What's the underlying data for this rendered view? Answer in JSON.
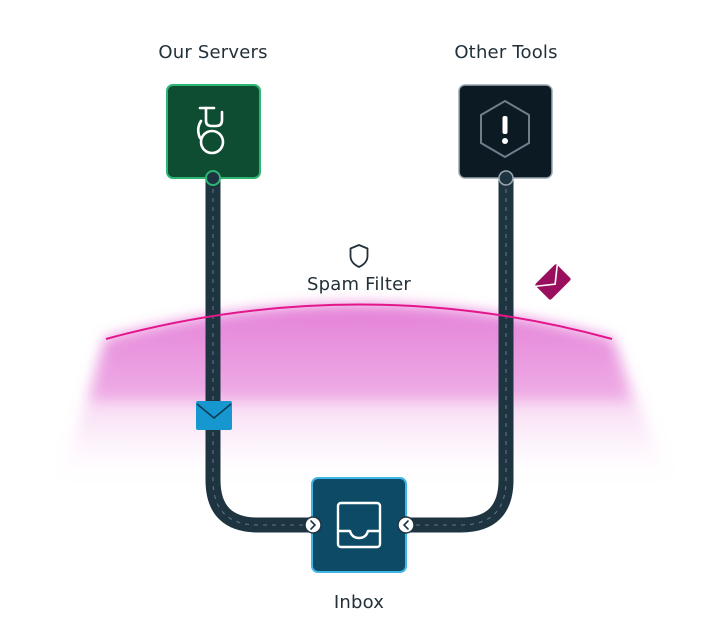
{
  "nodes": {
    "servers": {
      "label": "Our Servers"
    },
    "tools": {
      "label": "Other Tools"
    },
    "inbox": {
      "label": "Inbox"
    }
  },
  "filter": {
    "label": "Spam Filter"
  },
  "icons": {
    "servers": "mailgun-logo-icon",
    "tools": "warning-hexagon-icon",
    "filter": "shield-icon",
    "inbox": "inbox-tray-icon",
    "good_mail": "envelope-icon",
    "spam_mail": "envelope-icon"
  },
  "colors": {
    "servers_box": "#0f4d33",
    "servers_border": "#2bb673",
    "tools_box": "#0c1a24",
    "inbox_box": "#0d4a66",
    "pipe": "#1f3441",
    "filter_line": "#e3168c",
    "good_mail": "#1697cf",
    "spam_mail": "#9a0e5e"
  }
}
